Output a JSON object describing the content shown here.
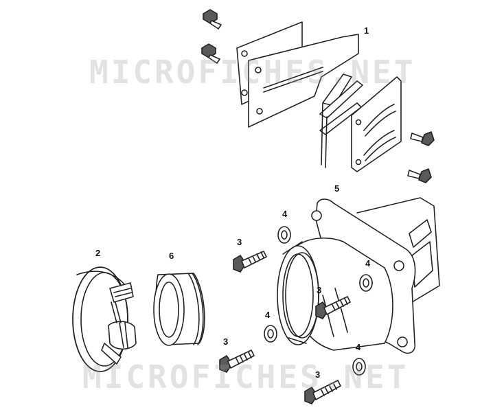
{
  "watermark": "MICROFICHES.NET",
  "callouts": {
    "c1": "1",
    "c2": "2",
    "c3a": "3",
    "c3b": "3",
    "c3c": "3",
    "c3d": "3",
    "c4a": "4",
    "c4b": "4",
    "c4c": "4",
    "c4d": "4",
    "c5": "5",
    "c6": "6"
  },
  "colors": {
    "line": "#222222",
    "screw_head": "#5a5a5a",
    "watermark": "#969696"
  }
}
